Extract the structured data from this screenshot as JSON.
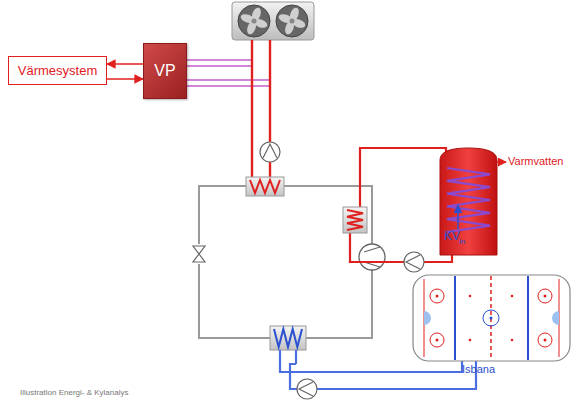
{
  "diagram": {
    "nodes": [
      {
        "text": [
          "Värmesystem"
        ]
      },
      {
        "text": [
          "VP"
        ]
      }
    ],
    "edges": [
      {
        "from": 1,
        "to": 0,
        "arrow": "to"
      },
      {
        "from": 0,
        "to": 1,
        "arrow": "to"
      }
    ],
    "labels": [
      "Varmvatten",
      "KV",
      "in",
      "Isbana",
      "Illustration Energi- & Kylanalys"
    ]
  }
}
